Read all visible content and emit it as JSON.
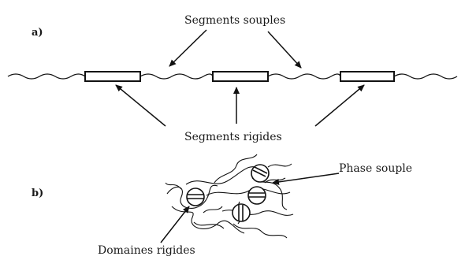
{
  "panel_a": {
    "tag": "a)",
    "label_top": "Segments souples",
    "label_bottom": "Segments rigides"
  },
  "panel_b": {
    "tag": "b)",
    "label_right": "Phase souple",
    "label_bottom": "Domaines rigides"
  }
}
